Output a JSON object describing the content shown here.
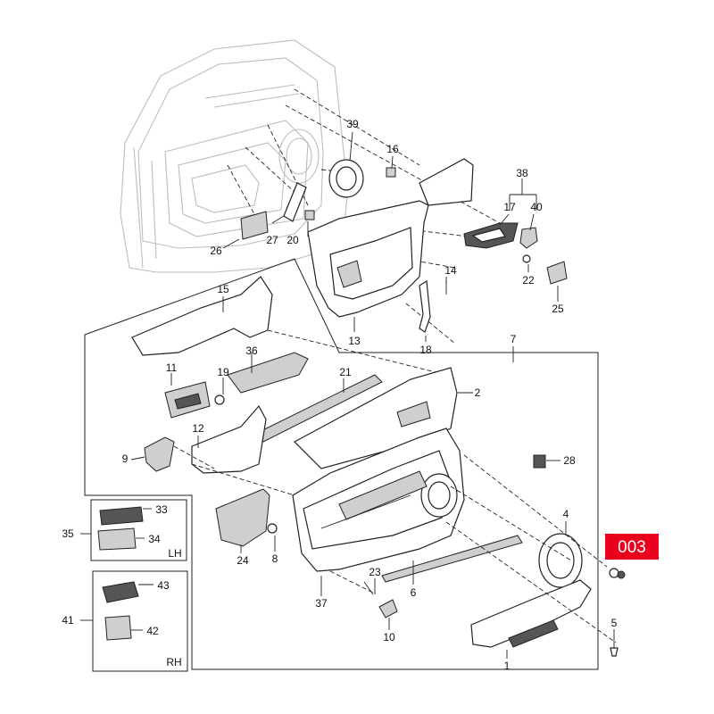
{
  "callouts": {
    "c1": "1",
    "c2": "2",
    "c4": "4",
    "c5": "5",
    "c6": "6",
    "c7": "7",
    "c8": "8",
    "c9": "9",
    "c10": "10",
    "c11": "11",
    "c12": "12",
    "c13": "13",
    "c14": "14",
    "c15": "15",
    "c16": "16",
    "c17": "17",
    "c18": "18",
    "c19": "19",
    "c20": "20",
    "c21": "21",
    "c22": "22",
    "c23": "23",
    "c24": "24",
    "c25": "25",
    "c26": "26",
    "c27": "27",
    "c28": "28",
    "c33": "33",
    "c34": "34",
    "c35": "35",
    "c36": "36",
    "c37": "37",
    "c38": "38",
    "c39": "39",
    "c40": "40",
    "c41": "41",
    "c42": "42",
    "c43": "43"
  },
  "side_labels": {
    "lh": "LH",
    "rh": "RH"
  },
  "badge": {
    "label": "003",
    "color": "#e8001c"
  }
}
